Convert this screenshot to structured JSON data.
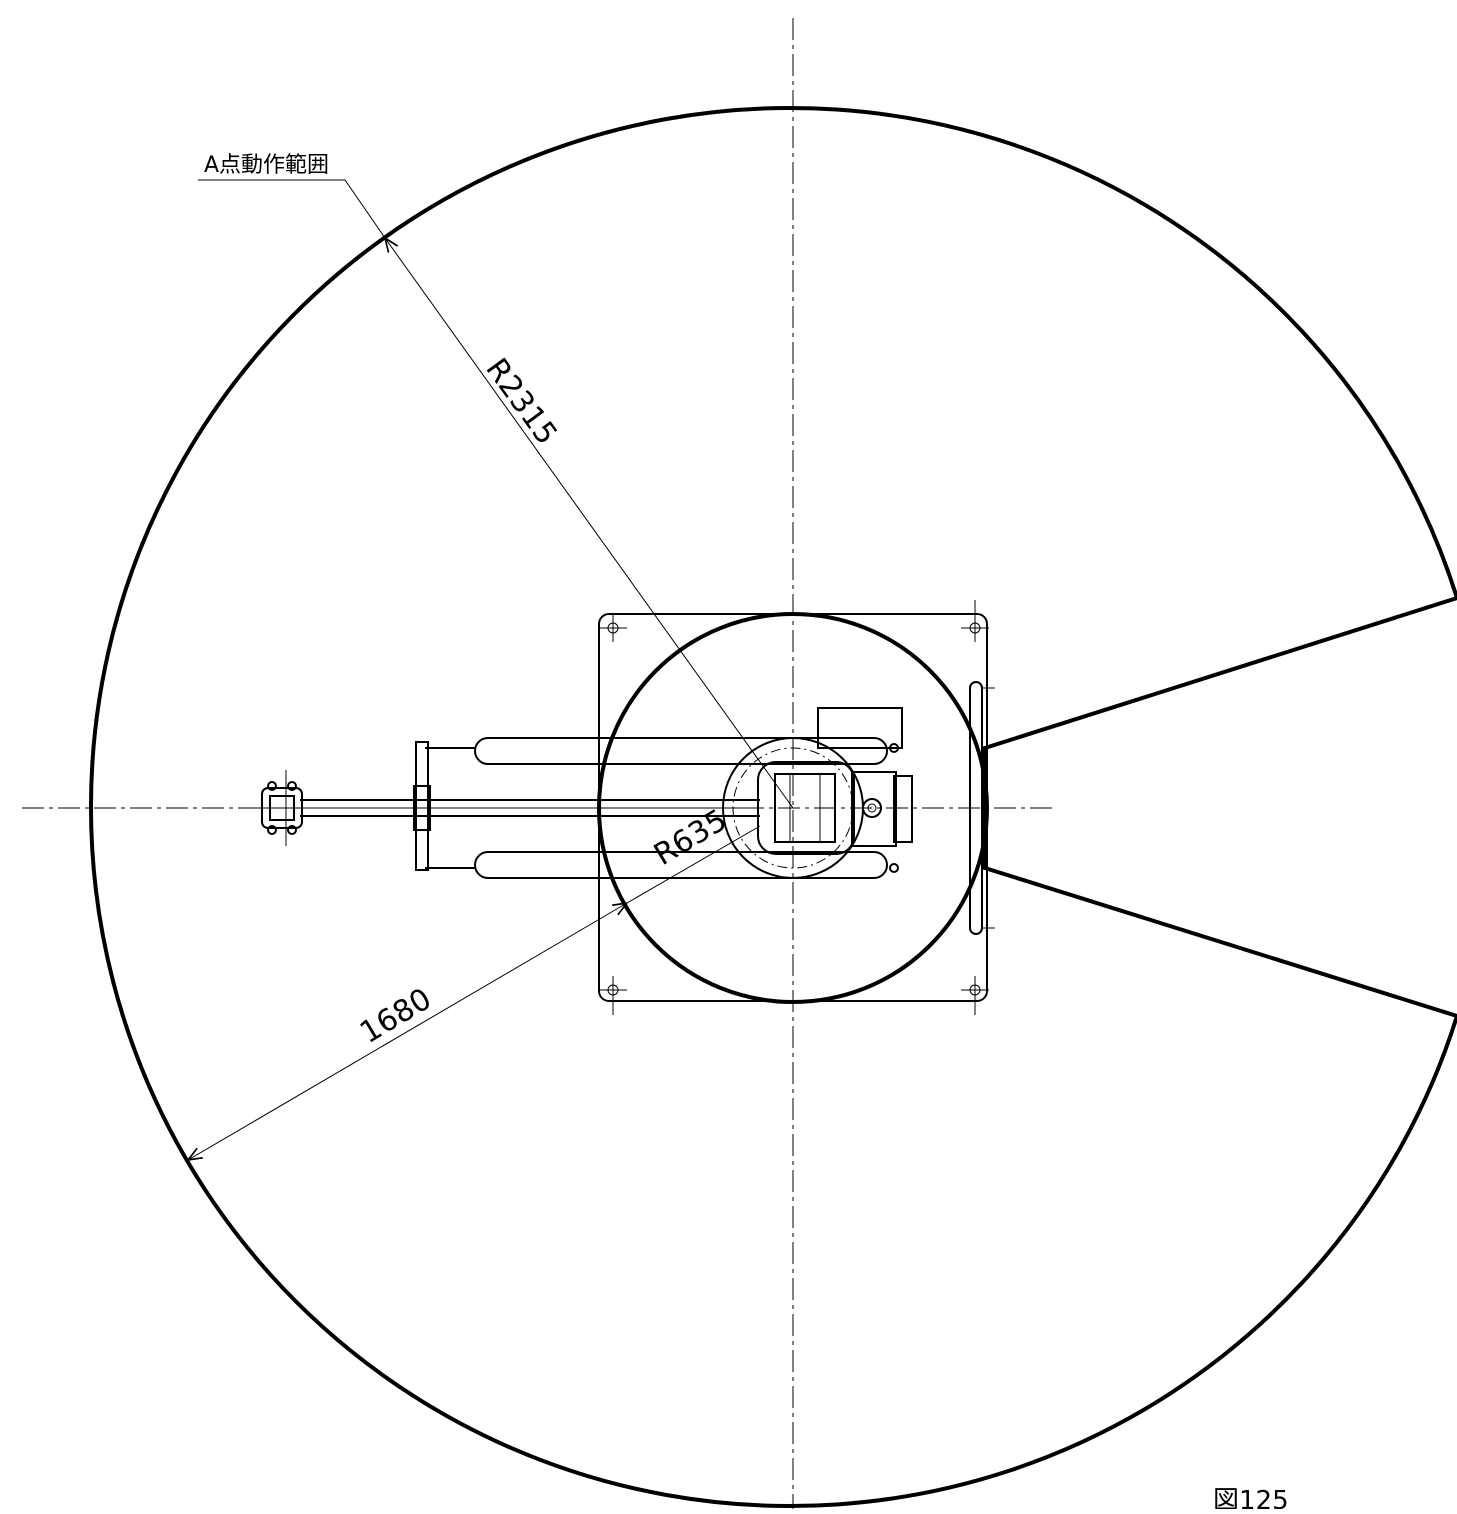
{
  "diagram": {
    "labels": {
      "range_label": "A点動作範囲",
      "outer_radius": "R2315",
      "inner_radius": "R635",
      "arm_length": "1680",
      "corner_label": "図125"
    },
    "colors": {
      "line": "#000000",
      "background": "#ffffff"
    }
  }
}
